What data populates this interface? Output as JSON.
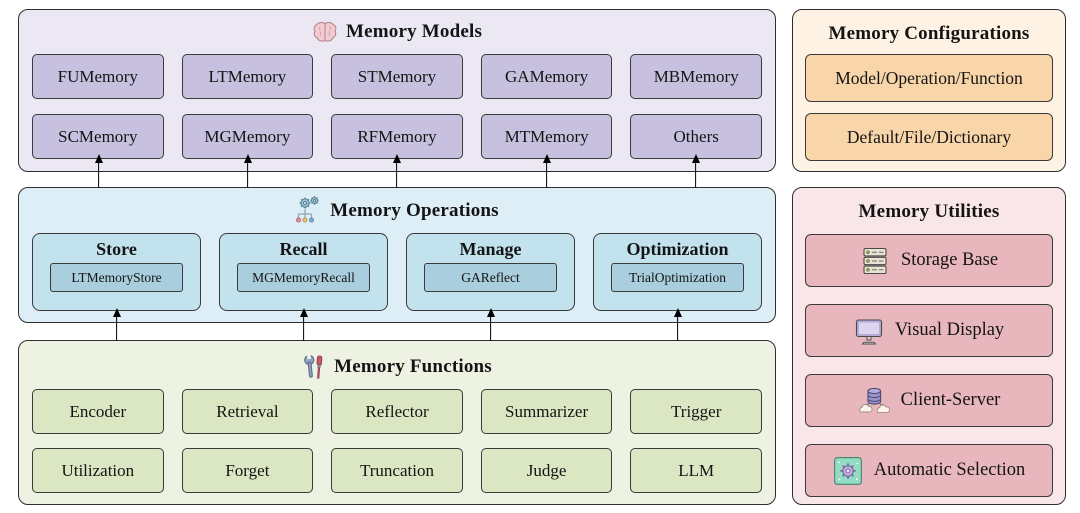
{
  "diagram": {
    "models": {
      "title": "Memory Models",
      "icon": "brain-icon",
      "items": [
        "FUMemory",
        "LTMemory",
        "STMemory",
        "GAMemory",
        "MBMemory",
        "SCMemory",
        "MGMemory",
        "RFMemory",
        "MTMemory",
        "Others"
      ]
    },
    "operations": {
      "title": "Memory Operations",
      "icon": "gears-network-icon",
      "groups": [
        {
          "name": "Store",
          "example": "LTMemoryStore"
        },
        {
          "name": "Recall",
          "example": "MGMemoryRecall"
        },
        {
          "name": "Manage",
          "example": "GAReflect"
        },
        {
          "name": "Optimization",
          "example": "TrialOptimization"
        }
      ]
    },
    "functions": {
      "title": "Memory Functions",
      "icon": "tools-icon",
      "items": [
        "Encoder",
        "Retrieval",
        "Reflector",
        "Summarizer",
        "Trigger",
        "Utilization",
        "Forget",
        "Truncation",
        "Judge",
        "LLM"
      ]
    },
    "configurations": {
      "title": "Memory Configurations",
      "items": [
        "Model/Operation/Function",
        "Default/File/Dictionary"
      ]
    },
    "utilities": {
      "title": "Memory Utilities",
      "items": [
        {
          "label": "Storage Base",
          "icon": "server-icon"
        },
        {
          "label": "Visual Display",
          "icon": "monitor-icon"
        },
        {
          "label": "Client-Server",
          "icon": "database-cloud-icon"
        },
        {
          "label": "Automatic Selection",
          "icon": "gear-box-icon"
        }
      ]
    }
  },
  "colors": {
    "panel_border": "#2e2e2e",
    "box_border": "#3a3a3a",
    "arrow": "#000000",
    "models_panel": "#ebe8f4",
    "models_box": "#c8c0df",
    "operations_panel": "#ddeef6",
    "operations_box": "#c2e2ee",
    "operations_inner": "#a9cedd",
    "functions_panel": "#eef2e3",
    "functions_box": "#dbe6c2",
    "config_panel": "#fdf2e3",
    "config_box": "#f9d6a9",
    "utilities_panel": "#f8e6e8",
    "utilities_box": "#e7b7bd"
  }
}
